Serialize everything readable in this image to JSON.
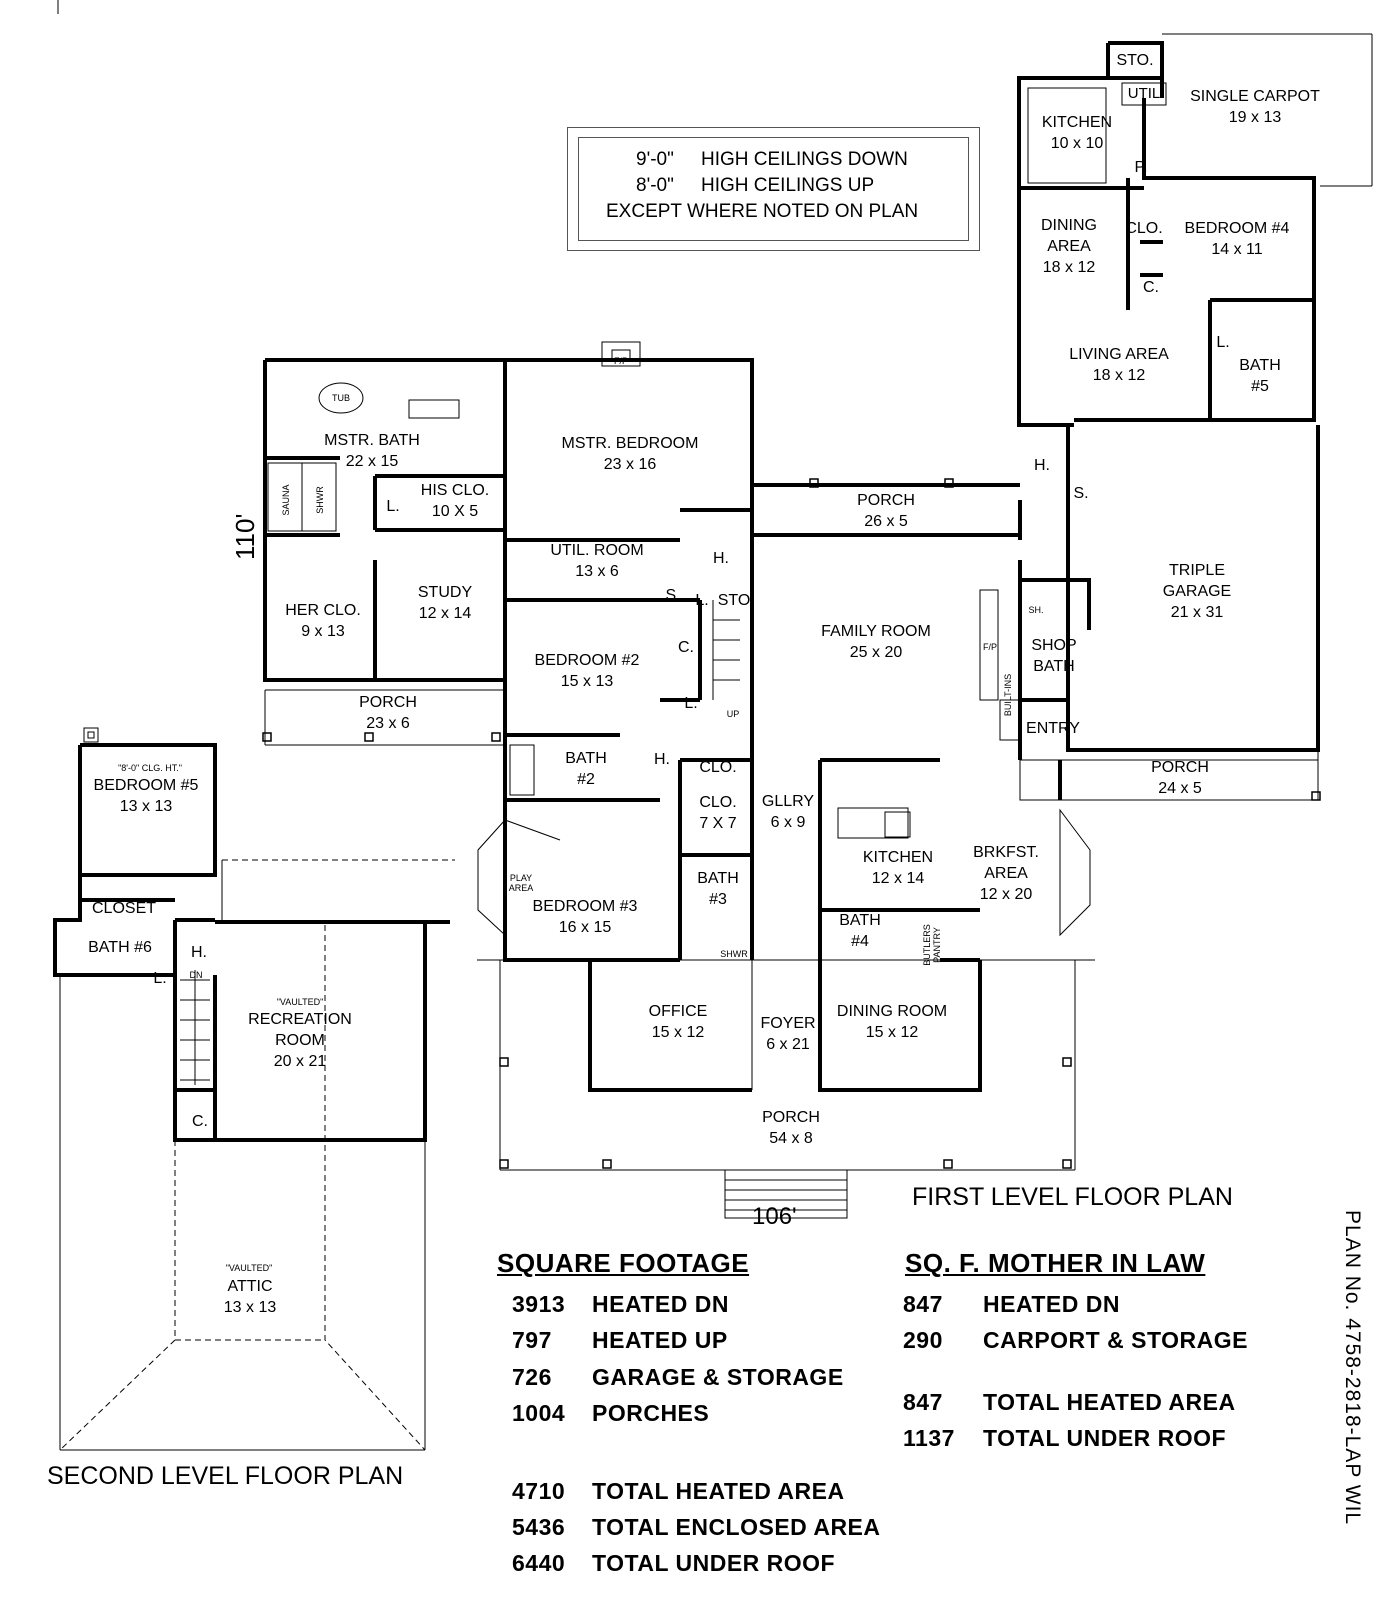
{
  "notes": {
    "line1_val": "9'-0\"",
    "line1_txt": "HIGH CEILINGS DOWN",
    "line2_val": "8'-0\"",
    "line2_txt": "HIGH CEILINGS UP",
    "line3": "EXCEPT WHERE NOTED ON PLAN"
  },
  "dims": {
    "depth": "110'",
    "width": "106'"
  },
  "titles": {
    "first": "FIRST LEVEL FLOOR PLAN",
    "second": "SECOND LEVEL FLOOR PLAN",
    "plan_no": "PLAN No. 4758-2818-LAP WIL"
  },
  "rooms": {
    "sto_top": "STO.",
    "carport_n": "SINGLE CARPOT",
    "carport_d": "19 x 13",
    "util": "UTIL",
    "kitchen_mil_n": "KITCHEN",
    "kitchen_mil_d": "10 x 10",
    "p": "P.",
    "clo_bed4": "CLO.",
    "bed4_n": "BEDROOM #4",
    "bed4_d": "14 x 11",
    "dining_area_n1": "DINING",
    "dining_area_n2": "AREA",
    "dining_area_d": "18 x 12",
    "c_bed4": "C.",
    "living_n": "LIVING AREA",
    "living_d": "18 x 12",
    "l_bath5": "L.",
    "bath5_n": "BATH",
    "bath5_d": "#5",
    "h_mil": "H.",
    "s_mil": "S.",
    "triple_n1": "TRIPLE",
    "triple_n2": "GARAGE",
    "triple_d": "21 x 31",
    "sh": "SH.",
    "shop_bath_n1": "SHOP",
    "shop_bath_n2": "BATH",
    "fp_family": "F/P",
    "builtins": "BUILT-INS",
    "entry": "ENTRY",
    "porch_garage_n": "PORCH",
    "porch_garage_d": "24 x 5",
    "fp_master": "F/P",
    "tub": "TUB",
    "mstr_bath_n": "MSTR. BATH",
    "mstr_bath_d": "22 x 15",
    "mstr_bed_n": "MSTR. BEDROOM",
    "mstr_bed_d": "23 x 16",
    "sauna": "SAUNA",
    "shwr_m": "SHWR",
    "l_master": "L.",
    "his_clo_n": "HIS CLO.",
    "his_clo_d": "10 X 5",
    "porch_rear_n": "PORCH",
    "porch_rear_d": "26 x 5",
    "util_room_n": "UTIL. ROOM",
    "util_room_d": "13 x 6",
    "h_util": "H.",
    "s_util": "S.",
    "l_util": "L.",
    "sto_util": "STO",
    "her_clo_n": "HER CLO.",
    "her_clo_d": "9 x 13",
    "study_n": "STUDY",
    "study_d": "12 x 14",
    "family_n": "FAMILY ROOM",
    "family_d": "25 x 20",
    "bed2_n": "BEDROOM #2",
    "bed2_d": "15 x 13",
    "c_bed2": "C.",
    "l_bed2": "L.",
    "up": "UP",
    "porch_study_n": "PORCH",
    "porch_study_d": "23 x 6",
    "bath2_n": "BATH",
    "bath2_d": "#2",
    "h_bed": "H.",
    "clo_h": "CLO.",
    "clo77_n": "CLO.",
    "clo77_d": "7 X 7",
    "gllry_n": "GLLRY",
    "gllry_d": "6 x 9",
    "kitchen_n": "KITCHEN",
    "kitchen_d": "12 x 14",
    "brk_n1": "BRKFST.",
    "brk_n2": "AREA",
    "brk_d": "12 x 20",
    "play_n1": "PLAY",
    "play_n2": "AREA",
    "bed3_n": "BEDROOM #3",
    "bed3_d": "16 x 15",
    "bath3_n": "BATH",
    "bath3_d": "#3",
    "shwr3": "SHWR",
    "bath4_n": "BATH",
    "bath4_d": "#4",
    "butlers_n1": "BUTLERS",
    "butlers_n2": "PANTRY",
    "office_n": "OFFICE",
    "office_d": "15 x 12",
    "foyer_n": "FOYER",
    "foyer_d": "6 x 21",
    "dining_room_n": "DINING ROOM",
    "dining_room_d": "15 x 12",
    "porch_front_n": "PORCH",
    "porch_front_d": "54 x 8",
    "bed5_note": "\"8'-0\" CLG. HT.\"",
    "bed5_n": "BEDROOM #5",
    "bed5_d": "13 x 13",
    "closet": "CLOSET",
    "bath6": "BATH #6",
    "h_up": "H.",
    "l_up": "L.",
    "dn": "DN",
    "rec_note": "\"VAULTED\"",
    "rec_n1": "RECREATION",
    "rec_n2": "ROOM",
    "rec_d": "20 x 21",
    "c_up": "C.",
    "attic_note": "\"VAULTED\"",
    "attic_n": "ATTIC",
    "attic_d": "13 x 13"
  },
  "square_footage": {
    "title": "SQUARE FOOTAGE",
    "rows": [
      {
        "num": "3913",
        "label": "HEATED DN"
      },
      {
        "num": "797",
        "label": "HEATED UP"
      },
      {
        "num": "726",
        "label": "GARAGE & STORAGE"
      },
      {
        "num": "1004",
        "label": "PORCHES"
      },
      {
        "num": "4710",
        "label": "TOTAL HEATED AREA"
      },
      {
        "num": "5436",
        "label": "TOTAL ENCLOSED AREA"
      },
      {
        "num": "6440",
        "label": "TOTAL UNDER ROOF"
      }
    ]
  },
  "mother_in_law": {
    "title": "SQ. F.  MOTHER IN LAW",
    "rows": [
      {
        "num": "847",
        "label": "HEATED DN"
      },
      {
        "num": "290",
        "label": "CARPORT & STORAGE"
      },
      {
        "num": "847",
        "label": "TOTAL HEATED AREA"
      },
      {
        "num": "1137",
        "label": "TOTAL UNDER ROOF"
      }
    ]
  }
}
